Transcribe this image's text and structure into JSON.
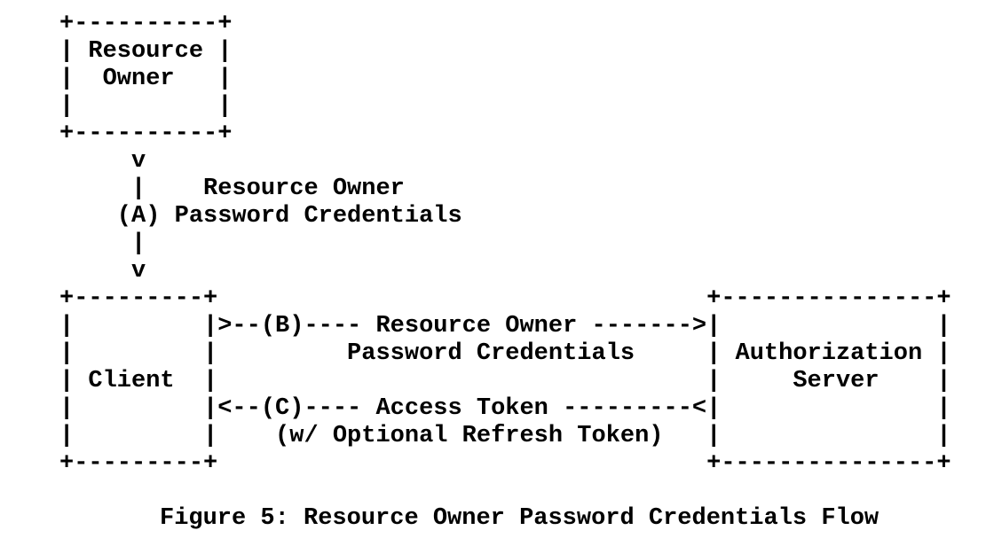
{
  "page": {
    "background_color": "#ffffff",
    "text_color": "#000000"
  },
  "figure": {
    "ascii_lines": [
      "+----------+",
      "| Resource |",
      "|  Owner   |",
      "|          |",
      "+----------+",
      "     v",
      "     |    Resource Owner",
      "    (A) Password Credentials",
      "     |",
      "     v",
      "+---------+                                  +---------------+",
      "|         |>--(B)---- Resource Owner ------->|               |",
      "|         |         Password Credentials     | Authorization |",
      "| Client  |                                  |     Server    |",
      "|         |<--(C)---- Access Token ---------<|               |",
      "|         |    (w/ Optional Refresh Token)   |               |",
      "+---------+                                  +---------------+"
    ],
    "caption": "Figure 5: Resource Owner Password Credentials Flow",
    "nodes": [
      {
        "name": "Resource Owner"
      },
      {
        "name": "Client"
      },
      {
        "name": "Authorization Server"
      }
    ],
    "flows": [
      {
        "step": "(A)",
        "label": "Resource Owner Password Credentials",
        "from": "Resource Owner",
        "to": "Client"
      },
      {
        "step": "(B)",
        "label": "Resource Owner Password Credentials",
        "from": "Client",
        "to": "Authorization Server"
      },
      {
        "step": "(C)",
        "label": "Access Token (w/ Optional Refresh Token)",
        "from": "Authorization Server",
        "to": "Client"
      }
    ]
  }
}
